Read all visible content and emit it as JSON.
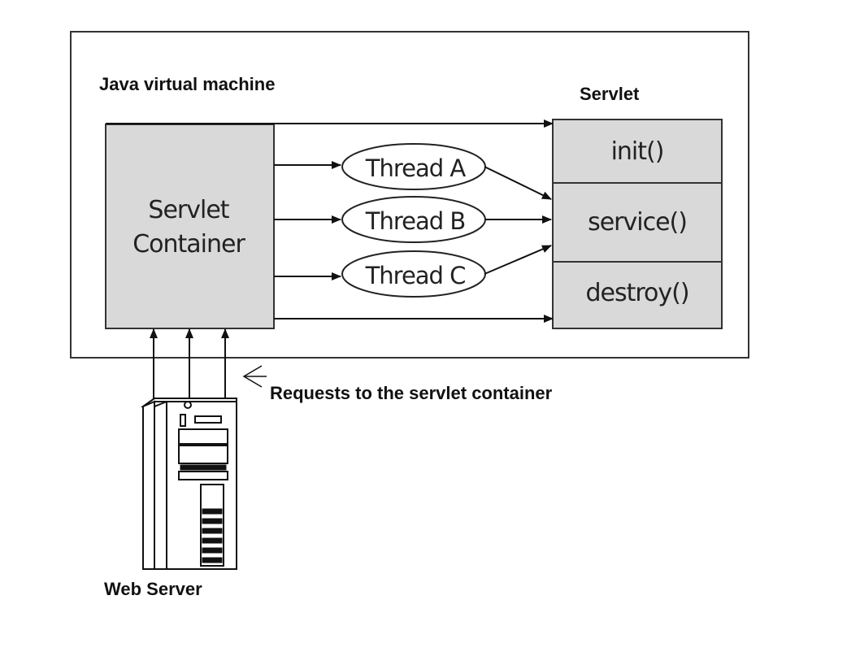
{
  "jvm": {
    "label": "Java virtual machine"
  },
  "container": {
    "line1": "Servlet",
    "line2": "Container"
  },
  "servlet": {
    "title": "Servlet",
    "methods": [
      "init()",
      "service()",
      "destroy()"
    ]
  },
  "threads": [
    "Thread A",
    "Thread B",
    "Thread C"
  ],
  "requests": {
    "label": "Requests to the servlet container"
  },
  "webserver": {
    "label": "Web Server"
  }
}
